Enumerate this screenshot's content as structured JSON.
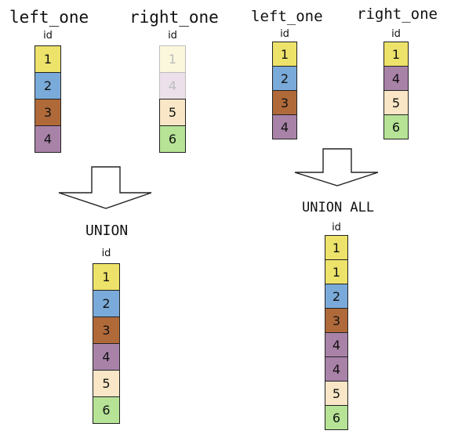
{
  "colors": {
    "1": "#ede26a",
    "2": "#7aaad9",
    "3": "#b06a3a",
    "4": "#a982a8",
    "5": "#f8e6c6",
    "6": "#b6e395"
  },
  "faded_colors": {
    "1": "#faf7dc",
    "4": "#ece1ea"
  },
  "union": {
    "left_title": "left_one",
    "right_title": "right_one",
    "left_header": "id",
    "right_header": "id",
    "left_values": [
      "1",
      "2",
      "3",
      "4"
    ],
    "right_values": [
      "1",
      "4",
      "5",
      "6"
    ],
    "right_faded": [
      "1",
      "4"
    ],
    "operation_label": "UNION",
    "result_header": "id",
    "result_values": [
      "1",
      "2",
      "3",
      "4",
      "5",
      "6"
    ]
  },
  "union_all": {
    "left_title": "left_one",
    "right_title": "right_one",
    "left_header": "id",
    "right_header": "id",
    "left_values": [
      "1",
      "2",
      "3",
      "4"
    ],
    "right_values": [
      "1",
      "4",
      "5",
      "6"
    ],
    "operation_label": "UNION ALL",
    "result_header": "id",
    "result_values": [
      "1",
      "1",
      "2",
      "3",
      "4",
      "4",
      "5",
      "6"
    ]
  }
}
